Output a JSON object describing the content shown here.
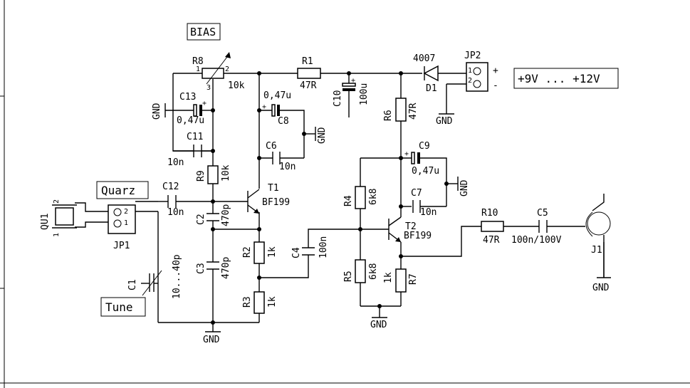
{
  "labels": {
    "bias_box": "BIAS",
    "quarz_box": "Quarz",
    "tune_box": "Tune",
    "supply_box": "+9V ... +12V",
    "plus": "+",
    "minus": "-"
  },
  "components": {
    "R8": {
      "ref": "R8",
      "value": "10k",
      "pin1": "1",
      "pin2": "2",
      "pin3": "3"
    },
    "R1": {
      "ref": "R1",
      "value": "47R"
    },
    "C10": {
      "ref": "C10",
      "value": "100u"
    },
    "D1": {
      "ref": "D1",
      "value": "4007"
    },
    "JP2": {
      "ref": "JP2",
      "pin1": "1",
      "pin2": "2"
    },
    "C13": {
      "ref": "C13",
      "value": "0,47u"
    },
    "C11": {
      "ref": "C11",
      "value": "10n"
    },
    "C8": {
      "ref": "C8",
      "value": "0,47u"
    },
    "C6": {
      "ref": "C6",
      "value": "10n"
    },
    "R6": {
      "ref": "R6",
      "value": "47R"
    },
    "C9": {
      "ref": "C9",
      "value": "0,47u"
    },
    "C7": {
      "ref": "C7",
      "value": "10n"
    },
    "R9": {
      "ref": "R9",
      "value": "10k"
    },
    "T1": {
      "ref": "T1",
      "value": "BF199"
    },
    "T2": {
      "ref": "T2",
      "value": "BF199"
    },
    "C12": {
      "ref": "C12",
      "value": "10n"
    },
    "C2": {
      "ref": "C2",
      "value": "470p"
    },
    "C3": {
      "ref": "C3",
      "value": "470p"
    },
    "R2": {
      "ref": "R2",
      "value": "1k"
    },
    "R3": {
      "ref": "R3",
      "value": "1k"
    },
    "C4": {
      "ref": "C4",
      "value": "100n"
    },
    "R4": {
      "ref": "R4",
      "value": "6k8"
    },
    "R5": {
      "ref": "R5",
      "value": "6k8"
    },
    "R7": {
      "ref": "R7",
      "value": "1k"
    },
    "R10": {
      "ref": "R10",
      "value": "47R"
    },
    "C5": {
      "ref": "C5",
      "value": "100n/100V"
    },
    "J1": {
      "ref": "J1"
    },
    "QU1": {
      "ref": "QU1",
      "pin1": "1",
      "pin2": "2"
    },
    "JP1": {
      "ref": "JP1",
      "pin1": "1",
      "pin2": "2"
    },
    "C1": {
      "ref": "C1",
      "value": "10...40p"
    }
  },
  "gnd_label": "GND"
}
